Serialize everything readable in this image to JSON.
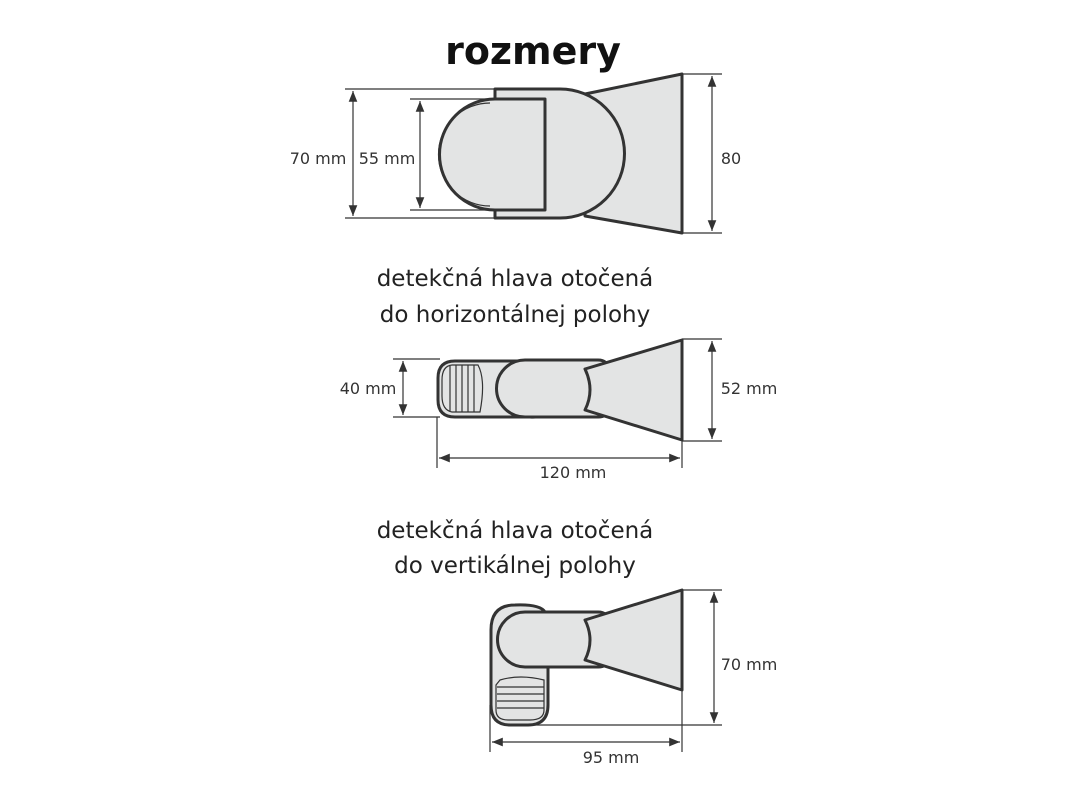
{
  "title": "rozmery",
  "views": [
    {
      "name": "front",
      "dimensions": {
        "outer_height": "70 mm",
        "head_height": "55 mm",
        "funnel_height": "80"
      }
    },
    {
      "name": "horizontal",
      "caption_line1": "detekčná hlava otočená",
      "caption_line2": "do horizontálnej polohy",
      "dimensions": {
        "height": "40 mm",
        "funnel_height": "52 mm",
        "length": "120 mm"
      }
    },
    {
      "name": "vertical",
      "caption_line1": "detekčná hlava otočená",
      "caption_line2": "do vertikálnej polohy",
      "dimensions": {
        "height": "70 mm",
        "length": "95 mm"
      }
    }
  ]
}
